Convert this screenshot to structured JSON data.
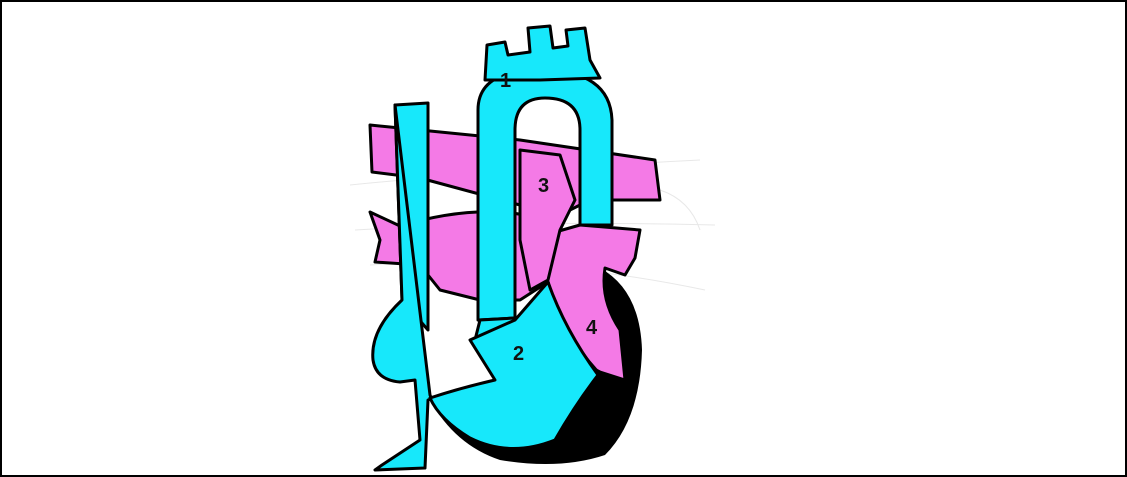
{
  "diagram": {
    "labels": [
      {
        "id": "label-1",
        "text": "1"
      },
      {
        "id": "label-2",
        "text": "2"
      },
      {
        "id": "label-3",
        "text": "3"
      },
      {
        "id": "label-4",
        "text": "4"
      }
    ]
  },
  "colors": {
    "cyan": "#17e8fb",
    "pink": "#f47ae6",
    "outline": "#000000",
    "background": "#ffffff"
  }
}
